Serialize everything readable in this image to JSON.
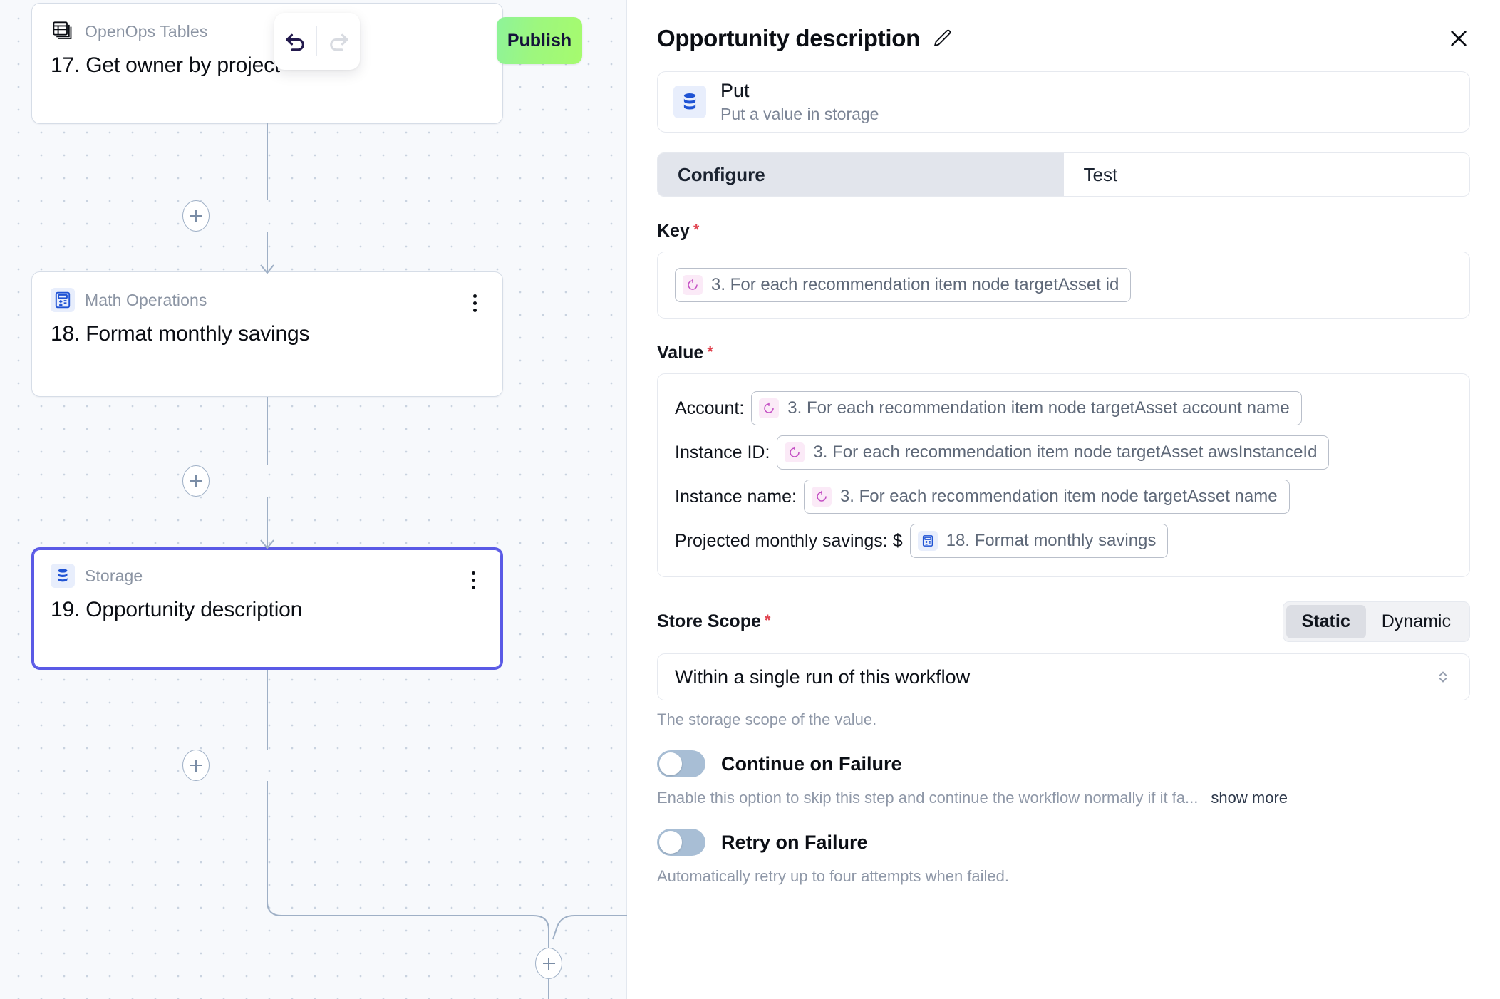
{
  "canvas": {
    "publish_label": "Publish",
    "undo_icon": "undo-icon",
    "redo_icon": "redo-icon",
    "nodes": [
      {
        "kind": "OpenOps Tables",
        "title": "17. Get owner by project",
        "icon": "table-stack-icon",
        "selected": false,
        "has_menu": false
      },
      {
        "kind": "Math Operations",
        "title": "18. Format monthly savings",
        "icon": "calculator-icon",
        "selected": false,
        "has_menu": true
      },
      {
        "kind": "Storage",
        "title": "19. Opportunity description",
        "icon": "database-icon",
        "selected": true,
        "has_menu": true
      }
    ],
    "add_button_label": "+"
  },
  "panel": {
    "title": "Opportunity description",
    "edit_icon": "pencil-icon",
    "close_icon": "close-icon",
    "piece": {
      "name": "Put",
      "description": "Put a value in storage",
      "icon": "database-icon"
    },
    "tabs": [
      {
        "label": "Configure",
        "active": true
      },
      {
        "label": "Test",
        "active": false
      }
    ],
    "key": {
      "label": "Key",
      "required": "*",
      "chip": "3. For each recommendation item node targetAsset id",
      "chip_icon": "loop-icon"
    },
    "value": {
      "label": "Value",
      "required": "*",
      "rows": [
        {
          "label": "Account:",
          "chip": "3. For each recommendation item node targetAsset account name",
          "chip_icon": "loop-icon",
          "icon_tone": "pink"
        },
        {
          "label": "Instance ID:",
          "chip": "3. For each recommendation item node targetAsset awsInstanceId",
          "chip_icon": "loop-icon",
          "icon_tone": "pink"
        },
        {
          "label": "Instance name:",
          "chip": "3. For each recommendation item node targetAsset name",
          "chip_icon": "loop-icon",
          "icon_tone": "pink"
        },
        {
          "label": "Projected monthly savings: $",
          "chip": "18. Format monthly savings",
          "chip_icon": "calculator-icon",
          "icon_tone": "blue"
        }
      ]
    },
    "store_scope": {
      "label": "Store Scope",
      "required": "*",
      "segmented": [
        {
          "label": "Static",
          "active": true
        },
        {
          "label": "Dynamic",
          "active": false
        }
      ],
      "selected_option": "Within a single run of this workflow",
      "hint": "The storage scope of the value."
    },
    "continue_on_failure": {
      "label": "Continue on Failure",
      "enabled": false,
      "description": "Enable this option to skip this step and continue the workflow normally if it fa...",
      "show_more": "show more"
    },
    "retry_on_failure": {
      "label": "Retry on Failure",
      "enabled": false,
      "description": "Automatically retry up to four attempts when failed."
    }
  },
  "colors": {
    "accent": "#5a5ae6",
    "publish_green": "#9df77e",
    "required_red": "#e0434f",
    "icon_blue": "#1f53d4"
  }
}
